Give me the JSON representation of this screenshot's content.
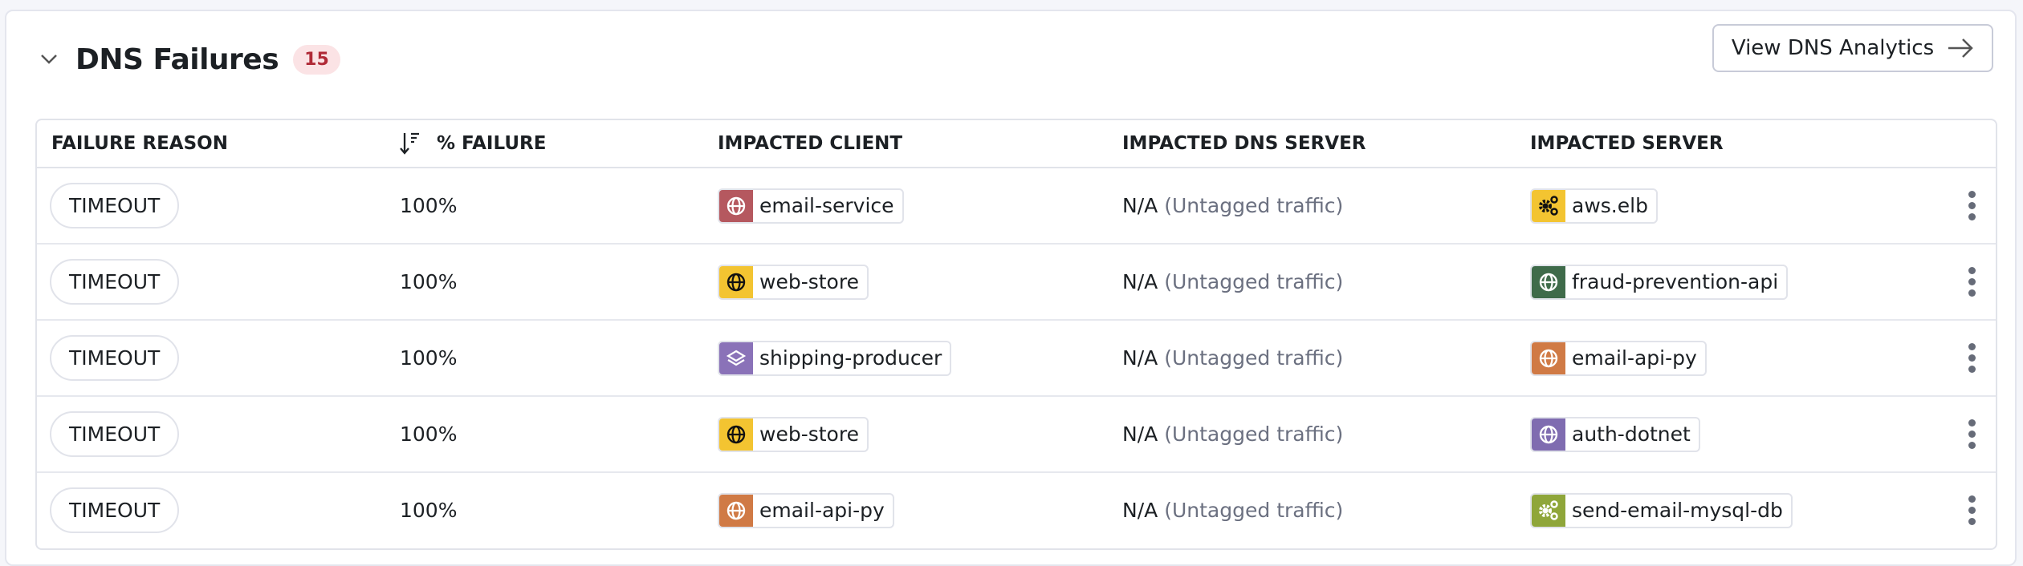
{
  "section": {
    "title": "DNS Failures",
    "count": "15",
    "action_label": "View DNS Analytics"
  },
  "columns": {
    "failure_reason": "FAILURE REASON",
    "percent_failure": "% FAILURE",
    "impacted_client": "IMPACTED CLIENT",
    "impacted_dns_server": "IMPACTED DNS SERVER",
    "impacted_server": "IMPACTED SERVER"
  },
  "rows": [
    {
      "reason": "TIMEOUT",
      "percent": "100%",
      "client": {
        "name": "email-service",
        "icon": "globe-icon",
        "color": "#b5585f"
      },
      "dns": "N/A",
      "dns_note": "(Untagged traffic)",
      "server": {
        "name": "aws.elb",
        "icon": "gears-icon",
        "color": "#f3c431"
      }
    },
    {
      "reason": "TIMEOUT",
      "percent": "100%",
      "client": {
        "name": "web-store",
        "icon": "globe-icon",
        "color": "#f3c431"
      },
      "dns": "N/A",
      "dns_note": "(Untagged traffic)",
      "server": {
        "name": "fraud-prevention-api",
        "icon": "globe-icon",
        "color": "#3f6b4a"
      }
    },
    {
      "reason": "TIMEOUT",
      "percent": "100%",
      "client": {
        "name": "shipping-producer",
        "icon": "layers-icon",
        "color": "#8a72b8"
      },
      "dns": "N/A",
      "dns_note": "(Untagged traffic)",
      "server": {
        "name": "email-api-py",
        "icon": "globe-icon",
        "color": "#d07a45"
      }
    },
    {
      "reason": "TIMEOUT",
      "percent": "100%",
      "client": {
        "name": "web-store",
        "icon": "globe-icon",
        "color": "#f3c431"
      },
      "dns": "N/A",
      "dns_note": "(Untagged traffic)",
      "server": {
        "name": "auth-dotnet",
        "icon": "globe-icon",
        "color": "#7f6cb0"
      }
    },
    {
      "reason": "TIMEOUT",
      "percent": "100%",
      "client": {
        "name": "email-api-py",
        "icon": "globe-icon",
        "color": "#d07a45"
      },
      "dns": "N/A",
      "dns_note": "(Untagged traffic)",
      "server": {
        "name": "send-email-mysql-db",
        "icon": "gears-icon",
        "color": "#8fa63a"
      }
    }
  ]
}
